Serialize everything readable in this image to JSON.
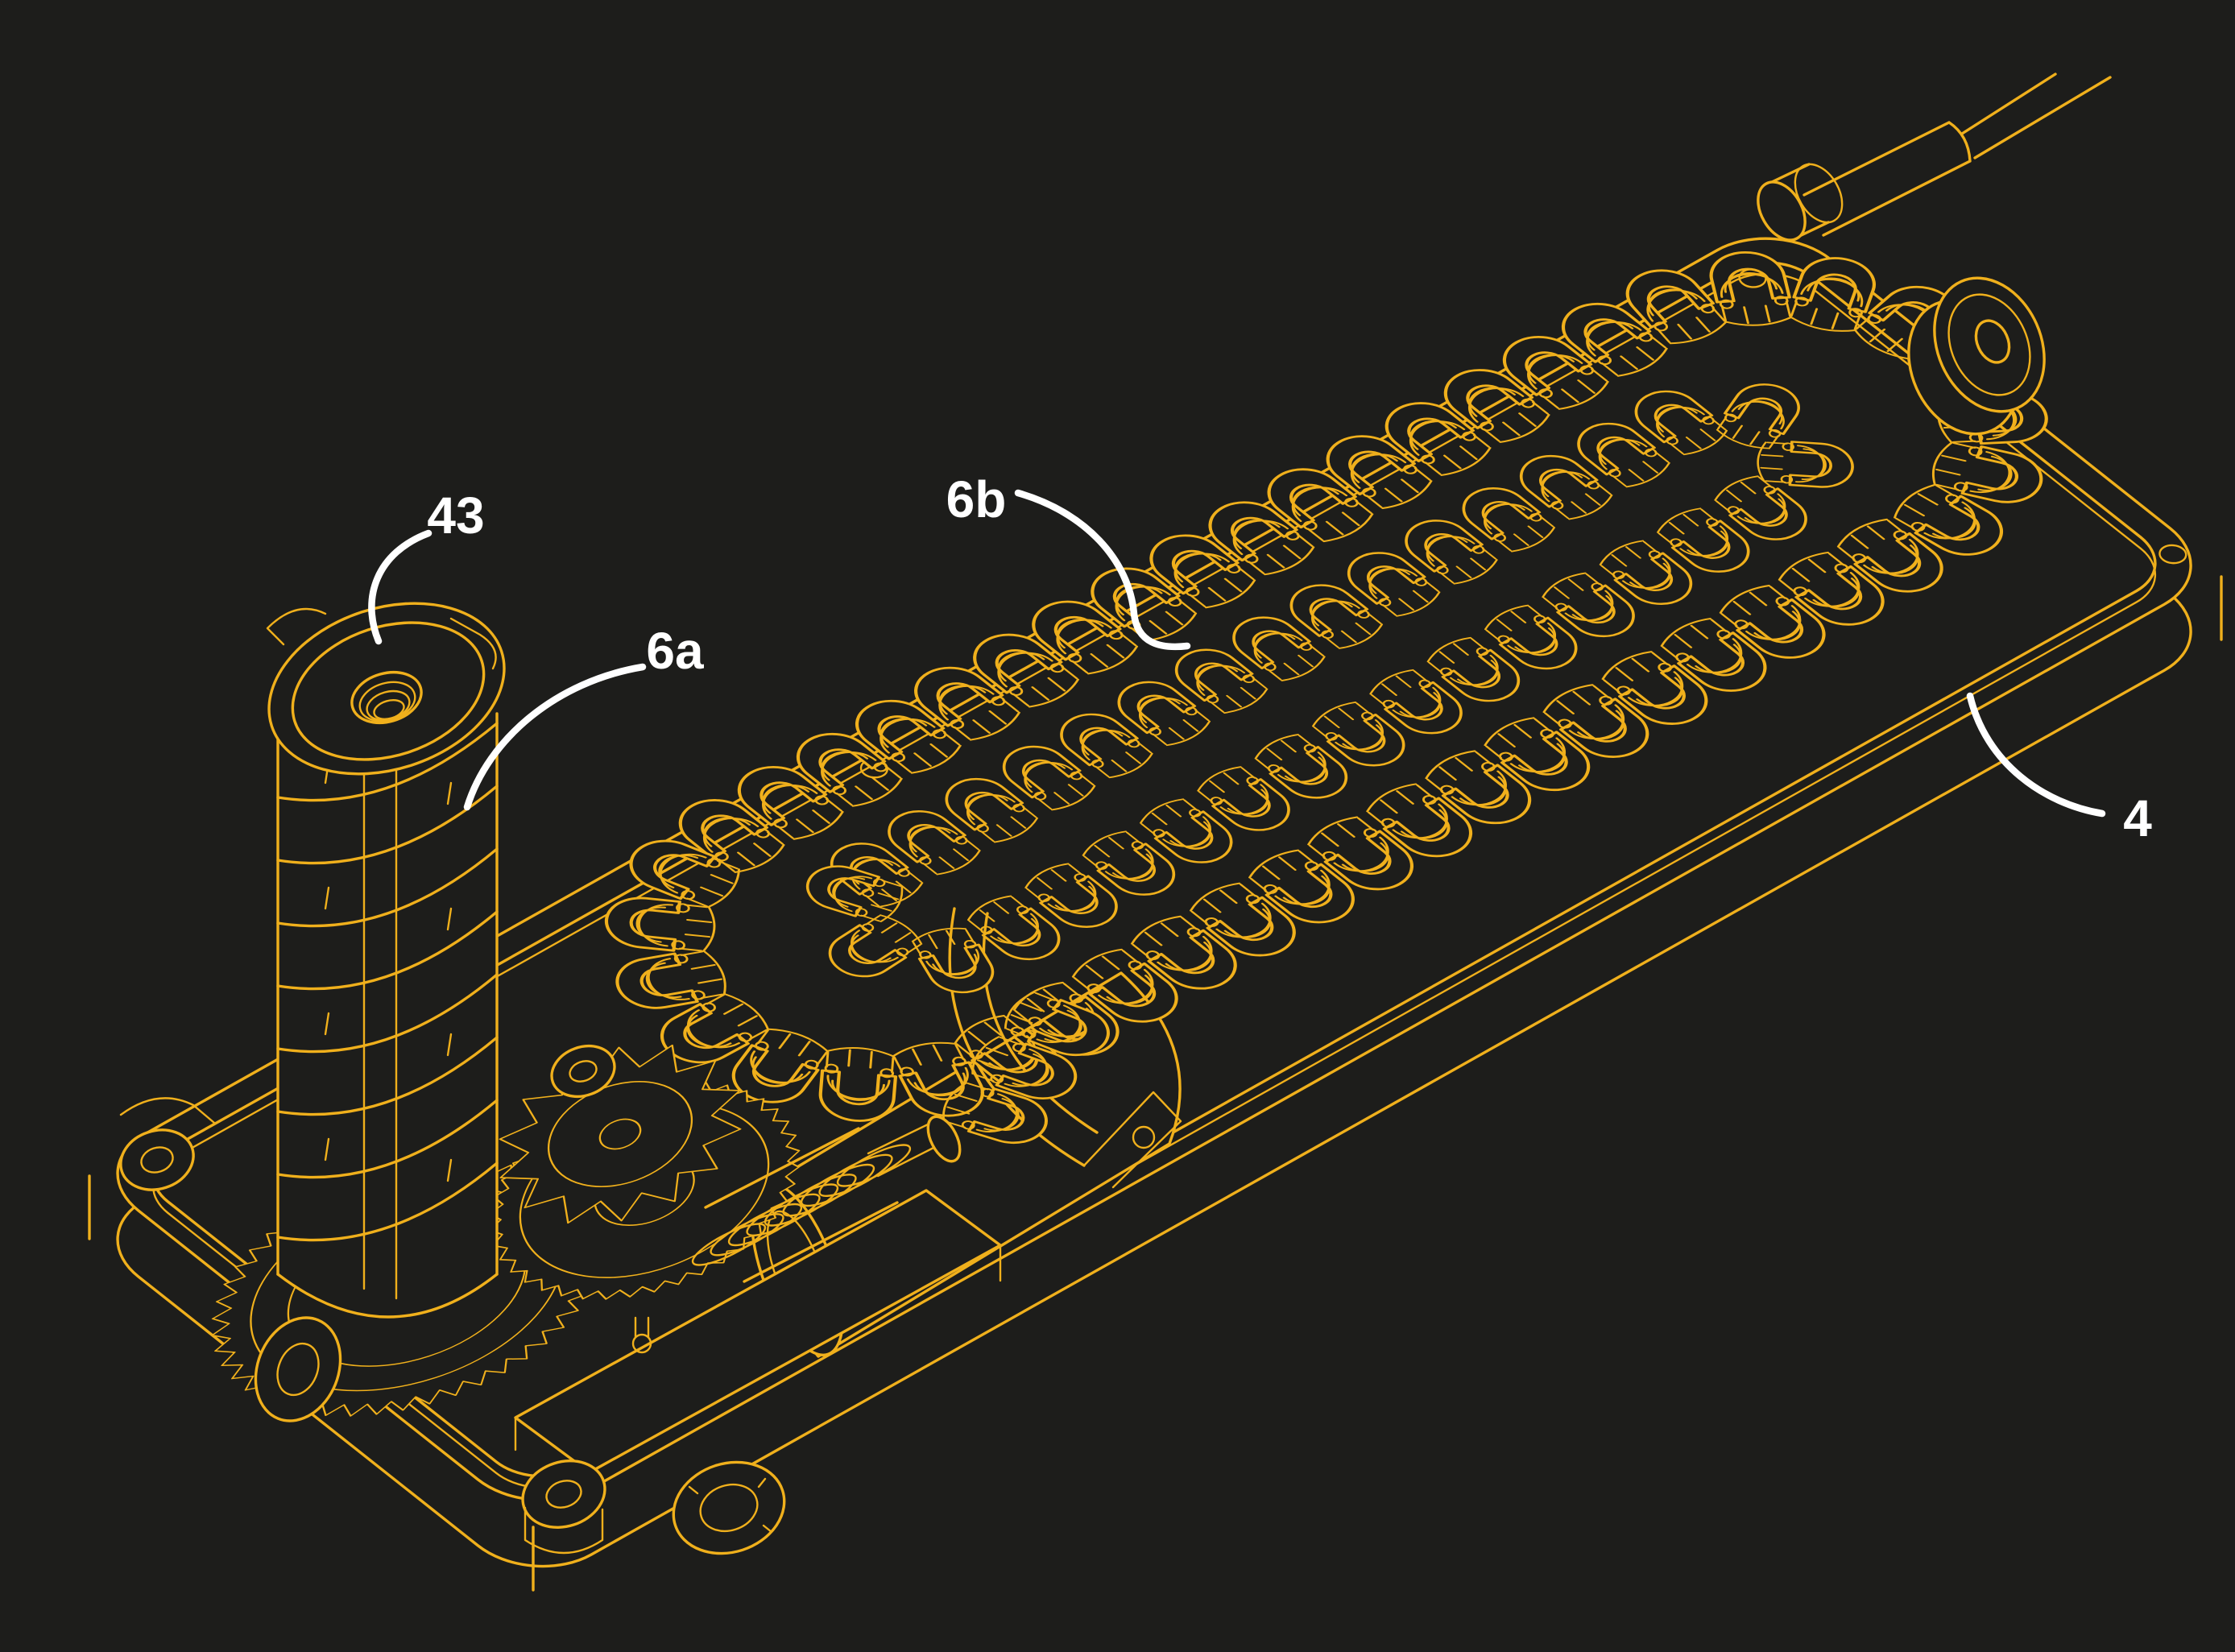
{
  "figure": {
    "kind": "patent-isometric-line-drawing",
    "description": "chain actuator unit drawing",
    "colors": {
      "background": "#1d1d1b",
      "line": "#f0b01c",
      "annotation": "#ffffff"
    },
    "reference_labels": [
      {
        "text": "43"
      },
      {
        "text": "6a"
      },
      {
        "text": "6b"
      },
      {
        "text": "4"
      }
    ]
  }
}
